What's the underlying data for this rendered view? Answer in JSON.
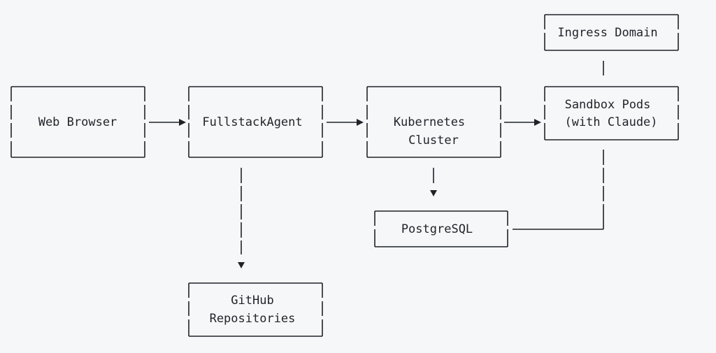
{
  "nodes": {
    "web_browser": {
      "lines": [
        "Web Browser"
      ]
    },
    "fullstack_agent": {
      "lines": [
        "FullstackAgent"
      ]
    },
    "kubernetes_cluster": {
      "lines": [
        "Kubernetes",
        "Cluster"
      ]
    },
    "sandbox_pods": {
      "lines": [
        "Sandbox Pods",
        "(with Claude)"
      ]
    },
    "ingress_domain": {
      "lines": [
        "Ingress Domain"
      ]
    },
    "postgresql": {
      "lines": [
        "PostgreSQL"
      ]
    },
    "github_repositories": {
      "lines": [
        "GitHub",
        "Repositories"
      ]
    }
  },
  "edges": [
    {
      "from": "web_browser",
      "to": "fullstack_agent",
      "arrow": true
    },
    {
      "from": "fullstack_agent",
      "to": "kubernetes_cluster",
      "arrow": true
    },
    {
      "from": "kubernetes_cluster",
      "to": "sandbox_pods",
      "arrow": true
    },
    {
      "from": "fullstack_agent",
      "to": "github_repositories",
      "arrow": true
    },
    {
      "from": "kubernetes_cluster",
      "to": "postgresql",
      "arrow": true
    },
    {
      "from": "sandbox_pods",
      "to": "ingress_domain",
      "arrow": false
    },
    {
      "from": "sandbox_pods",
      "to": "postgresql",
      "arrow": false
    }
  ]
}
